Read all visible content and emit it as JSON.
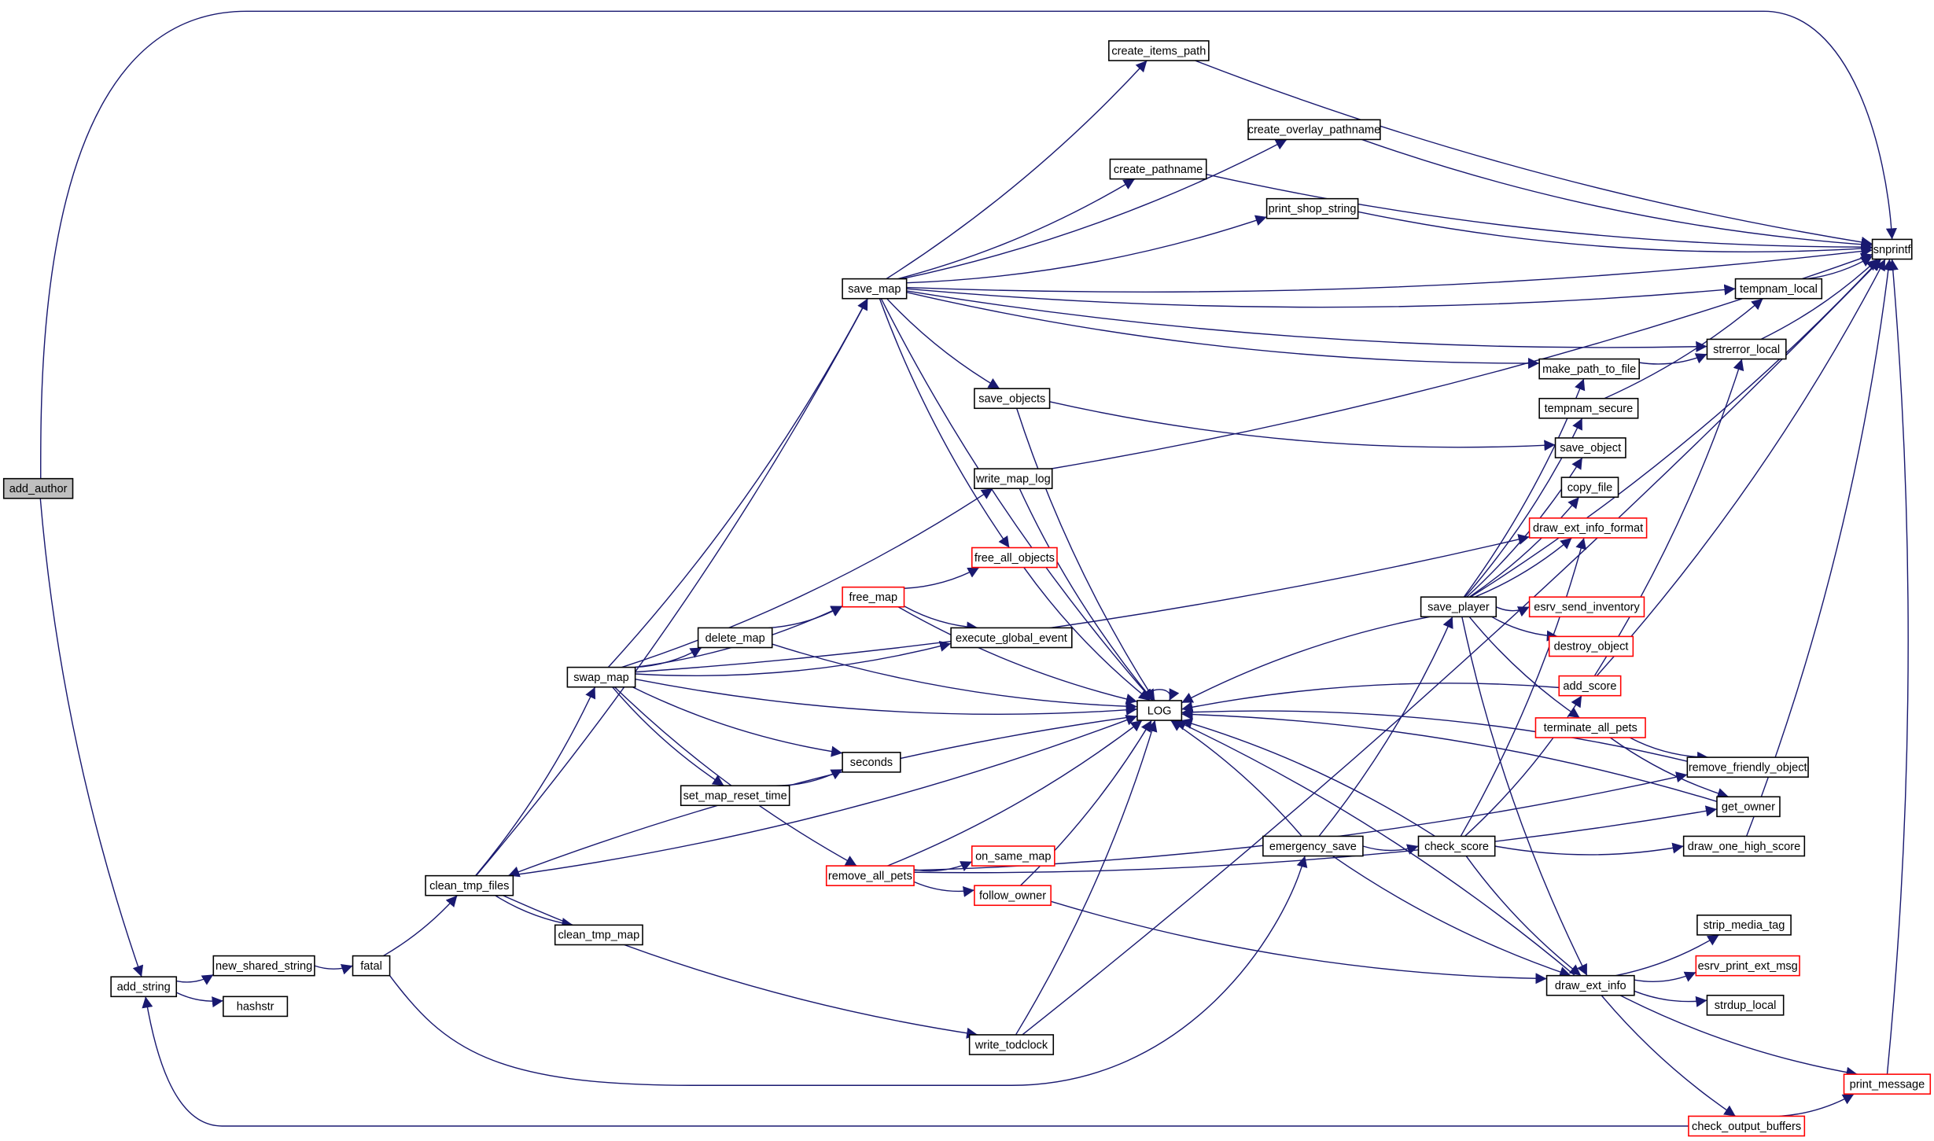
{
  "title": "add_author call graph",
  "colors": {
    "edge": "#191970",
    "root_fill": "#bfbfbf",
    "external_border": "#ff0000",
    "border": "#000000"
  },
  "nodes": {
    "add_author": {
      "label": "add_author",
      "kind": "root"
    },
    "add_string": {
      "label": "add_string"
    },
    "new_shared_string": {
      "label": "new_shared_string"
    },
    "hashstr": {
      "label": "hashstr"
    },
    "fatal": {
      "label": "fatal"
    },
    "clean_tmp_files": {
      "label": "clean_tmp_files"
    },
    "clean_tmp_map": {
      "label": "clean_tmp_map"
    },
    "swap_map": {
      "label": "swap_map"
    },
    "delete_map": {
      "label": "delete_map"
    },
    "set_map_reset_time": {
      "label": "set_map_reset_time"
    },
    "seconds": {
      "label": "seconds"
    },
    "remove_all_pets": {
      "label": "remove_all_pets",
      "kind": "red"
    },
    "on_same_map": {
      "label": "on_same_map",
      "kind": "red"
    },
    "follow_owner": {
      "label": "follow_owner",
      "kind": "red"
    },
    "write_todclock": {
      "label": "write_todclock"
    },
    "save_map": {
      "label": "save_map"
    },
    "save_objects": {
      "label": "save_objects"
    },
    "write_map_log": {
      "label": "write_map_log"
    },
    "free_all_objects": {
      "label": "free_all_objects",
      "kind": "red"
    },
    "free_map": {
      "label": "free_map",
      "kind": "red"
    },
    "execute_global_event": {
      "label": "execute_global_event"
    },
    "create_items_path": {
      "label": "create_items_path"
    },
    "create_overlay_pathname": {
      "label": "create_overlay_pathname"
    },
    "create_pathname": {
      "label": "create_pathname"
    },
    "print_shop_string": {
      "label": "print_shop_string"
    },
    "LOG": {
      "label": "LOG"
    },
    "emergency_save": {
      "label": "emergency_save"
    },
    "save_player": {
      "label": "save_player"
    },
    "check_score": {
      "label": "check_score"
    },
    "draw_ext_info": {
      "label": "draw_ext_info"
    },
    "snprintf": {
      "label": "snprintf"
    },
    "tempnam_local": {
      "label": "tempnam_local"
    },
    "strerror_local": {
      "label": "strerror_local"
    },
    "make_path_to_file": {
      "label": "make_path_to_file"
    },
    "tempnam_secure": {
      "label": "tempnam_secure"
    },
    "save_object": {
      "label": "save_object"
    },
    "copy_file": {
      "label": "copy_file"
    },
    "draw_ext_info_format": {
      "label": "draw_ext_info_format",
      "kind": "red"
    },
    "esrv_send_inventory": {
      "label": "esrv_send_inventory",
      "kind": "red"
    },
    "destroy_object": {
      "label": "destroy_object",
      "kind": "red"
    },
    "add_score": {
      "label": "add_score",
      "kind": "red"
    },
    "terminate_all_pets": {
      "label": "terminate_all_pets",
      "kind": "red"
    },
    "remove_friendly_object": {
      "label": "remove_friendly_object"
    },
    "get_owner": {
      "label": "get_owner"
    },
    "draw_one_high_score": {
      "label": "draw_one_high_score"
    },
    "strip_media_tag": {
      "label": "strip_media_tag"
    },
    "esrv_print_ext_msg": {
      "label": "esrv_print_ext_msg",
      "kind": "red"
    },
    "strdup_local": {
      "label": "strdup_local"
    },
    "print_message": {
      "label": "print_message",
      "kind": "red"
    },
    "check_output_buffers": {
      "label": "check_output_buffers",
      "kind": "red"
    }
  },
  "edges": [
    [
      "add_author",
      "snprintf"
    ],
    [
      "add_author",
      "add_string"
    ],
    [
      "add_string",
      "new_shared_string"
    ],
    [
      "add_string",
      "hashstr"
    ],
    [
      "new_shared_string",
      "fatal"
    ],
    [
      "fatal",
      "clean_tmp_files"
    ],
    [
      "fatal",
      "emergency_save"
    ],
    [
      "clean_tmp_files",
      "save_map"
    ],
    [
      "clean_tmp_files",
      "swap_map"
    ],
    [
      "clean_tmp_files",
      "clean_tmp_map"
    ],
    [
      "clean_tmp_files",
      "LOG"
    ],
    [
      "clean_tmp_files",
      "write_todclock"
    ],
    [
      "LOG",
      "clean_tmp_files"
    ],
    [
      "LOG",
      "LOG"
    ],
    [
      "check_output_buffers",
      "add_string"
    ],
    [
      "swap_map",
      "save_map"
    ],
    [
      "swap_map",
      "write_map_log"
    ],
    [
      "swap_map",
      "draw_ext_info_format"
    ],
    [
      "swap_map",
      "free_map"
    ],
    [
      "swap_map",
      "delete_map"
    ],
    [
      "swap_map",
      "execute_global_event"
    ],
    [
      "swap_map",
      "LOG"
    ],
    [
      "swap_map",
      "seconds"
    ],
    [
      "swap_map",
      "set_map_reset_time"
    ],
    [
      "swap_map",
      "remove_all_pets"
    ],
    [
      "save_map",
      "create_items_path"
    ],
    [
      "save_map",
      "snprintf"
    ],
    [
      "save_map",
      "create_overlay_pathname"
    ],
    [
      "save_map",
      "create_pathname"
    ],
    [
      "save_map",
      "print_shop_string"
    ],
    [
      "save_map",
      "tempnam_local"
    ],
    [
      "save_map",
      "strerror_local"
    ],
    [
      "save_map",
      "make_path_to_file"
    ],
    [
      "save_map",
      "save_objects"
    ],
    [
      "save_map",
      "LOG"
    ],
    [
      "save_map",
      "free_all_objects"
    ],
    [
      "save_objects",
      "LOG"
    ],
    [
      "save_objects",
      "save_object"
    ],
    [
      "write_map_log",
      "snprintf"
    ],
    [
      "write_map_log",
      "LOG"
    ],
    [
      "free_all_objects",
      "LOG"
    ],
    [
      "free_map",
      "free_all_objects"
    ],
    [
      "free_map",
      "execute_global_event"
    ],
    [
      "free_map",
      "LOG"
    ],
    [
      "delete_map",
      "free_map"
    ],
    [
      "delete_map",
      "LOG"
    ],
    [
      "set_map_reset_time",
      "seconds"
    ],
    [
      "remove_all_pets",
      "LOG"
    ],
    [
      "remove_all_pets",
      "on_same_map"
    ],
    [
      "remove_all_pets",
      "follow_owner"
    ],
    [
      "remove_all_pets",
      "remove_friendly_object"
    ],
    [
      "remove_all_pets",
      "get_owner"
    ],
    [
      "follow_owner",
      "LOG"
    ],
    [
      "follow_owner",
      "draw_ext_info"
    ],
    [
      "write_todclock",
      "LOG"
    ],
    [
      "write_todclock",
      "snprintf"
    ],
    [
      "create_items_path",
      "snprintf"
    ],
    [
      "create_overlay_pathname",
      "snprintf"
    ],
    [
      "create_pathname",
      "snprintf"
    ],
    [
      "print_shop_string",
      "snprintf"
    ],
    [
      "emergency_save",
      "LOG"
    ],
    [
      "emergency_save",
      "save_player"
    ],
    [
      "emergency_save",
      "check_score"
    ],
    [
      "emergency_save",
      "draw_ext_info"
    ],
    [
      "save_player",
      "make_path_to_file"
    ],
    [
      "save_player",
      "tempnam_secure"
    ],
    [
      "save_player",
      "save_object"
    ],
    [
      "save_player",
      "copy_file"
    ],
    [
      "save_player",
      "draw_ext_info_format"
    ],
    [
      "save_player",
      "esrv_send_inventory"
    ],
    [
      "save_player",
      "destroy_object"
    ],
    [
      "save_player",
      "terminate_all_pets"
    ],
    [
      "save_player",
      "draw_ext_info"
    ],
    [
      "save_player",
      "snprintf"
    ],
    [
      "save_player",
      "LOG"
    ],
    [
      "check_score",
      "add_score"
    ],
    [
      "check_score",
      "draw_ext_info_format"
    ],
    [
      "check_score",
      "draw_one_high_score"
    ],
    [
      "check_score",
      "draw_ext_info"
    ],
    [
      "check_score",
      "LOG"
    ],
    [
      "add_score",
      "LOG"
    ],
    [
      "add_score",
      "snprintf"
    ],
    [
      "add_score",
      "strerror_local"
    ],
    [
      "terminate_all_pets",
      "remove_friendly_object"
    ],
    [
      "terminate_all_pets",
      "get_owner"
    ],
    [
      "remove_friendly_object",
      "LOG"
    ],
    [
      "get_owner",
      "LOG"
    ],
    [
      "draw_one_high_score",
      "snprintf"
    ],
    [
      "draw_ext_info",
      "strip_media_tag"
    ],
    [
      "draw_ext_info",
      "esrv_print_ext_msg"
    ],
    [
      "draw_ext_info",
      "strdup_local"
    ],
    [
      "draw_ext_info",
      "print_message"
    ],
    [
      "draw_ext_info",
      "check_output_buffers"
    ],
    [
      "draw_ext_info",
      "LOG"
    ],
    [
      "check_output_buffers",
      "print_message"
    ],
    [
      "make_path_to_file",
      "strerror_local"
    ],
    [
      "tempnam_secure",
      "tempnam_local"
    ],
    [
      "strerror_local",
      "snprintf"
    ],
    [
      "tempnam_local",
      "snprintf"
    ],
    [
      "print_message",
      "snprintf"
    ]
  ]
}
